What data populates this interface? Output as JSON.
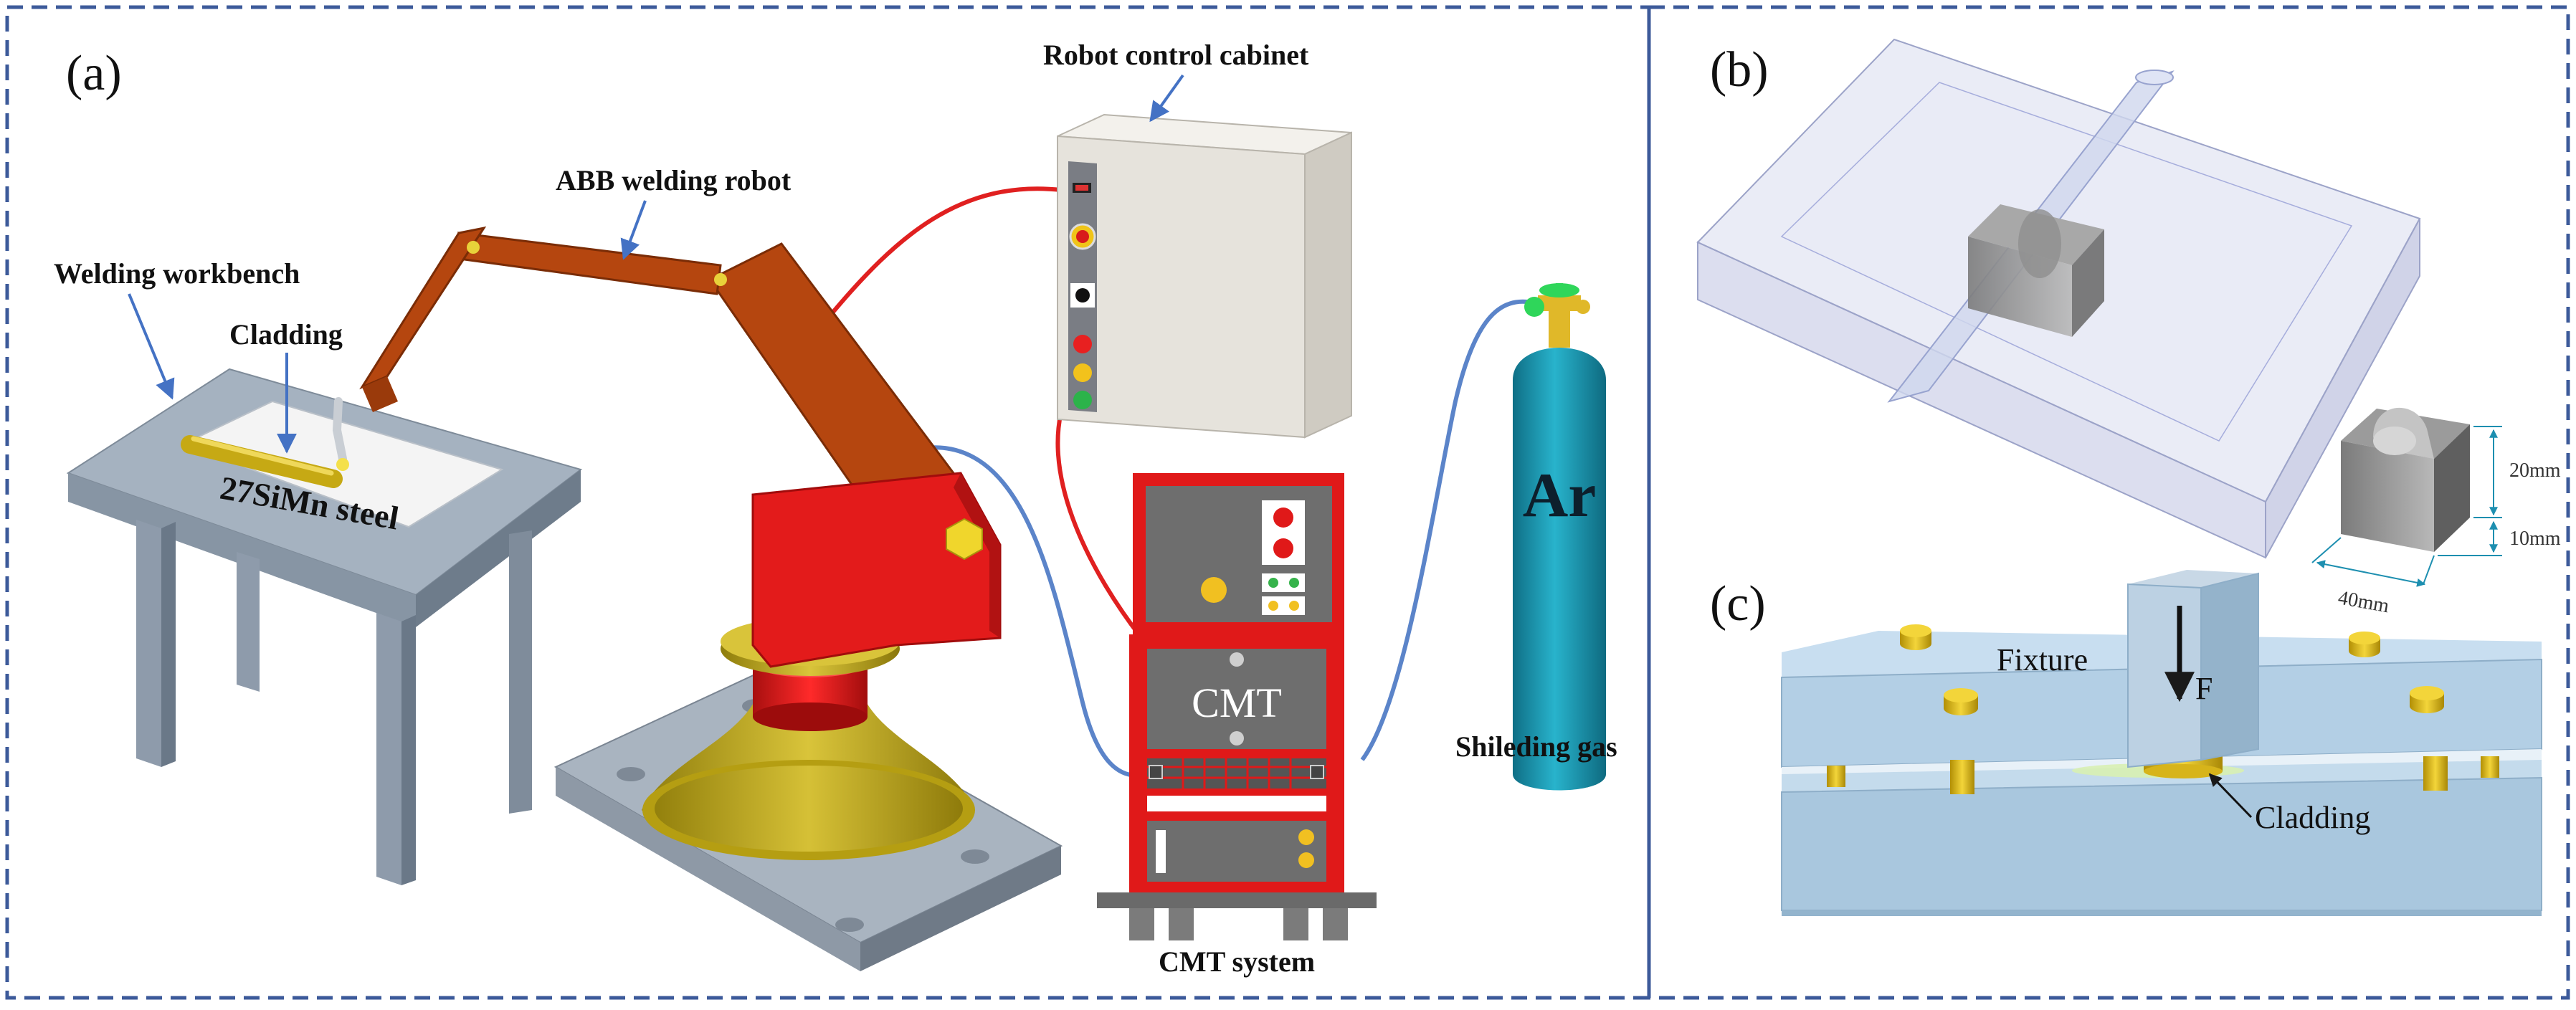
{
  "panels": {
    "a": {
      "tag": "(a)",
      "labels": {
        "robot_cabinet": "Robot control cabinet",
        "abb_robot": "ABB welding robot",
        "workbench": "Welding workbench",
        "cladding": "Cladding",
        "steel": "27SiMn steel",
        "cmt_unit": "CMT",
        "cmt_system": "CMT system",
        "gas_symbol": "Ar",
        "shielding_gas": "Shileding gas"
      }
    },
    "b": {
      "tag": "(b)",
      "dimensions": {
        "height": "20mm",
        "depth": "10mm",
        "width": "40mm"
      }
    },
    "c": {
      "tag": "(c)",
      "labels": {
        "fixture": "Fixture",
        "force": "F",
        "cladding": "Cladding"
      }
    }
  },
  "colors": {
    "frame_dash": "#3c5a9a",
    "arrow_blue": "#4472c4",
    "robot_arm": "#b5460f",
    "robot_base_red": "#e31b1b",
    "robot_base_gold": "#c9b21a",
    "table_gray": "#9aa7b5",
    "cmt_red": "#e01919",
    "cabinet": "#e9e6df",
    "cylinder_teal": "#1d9fb8",
    "fixture_blue": "#b9d3e6",
    "bolt_gold": "#e8c21a"
  }
}
